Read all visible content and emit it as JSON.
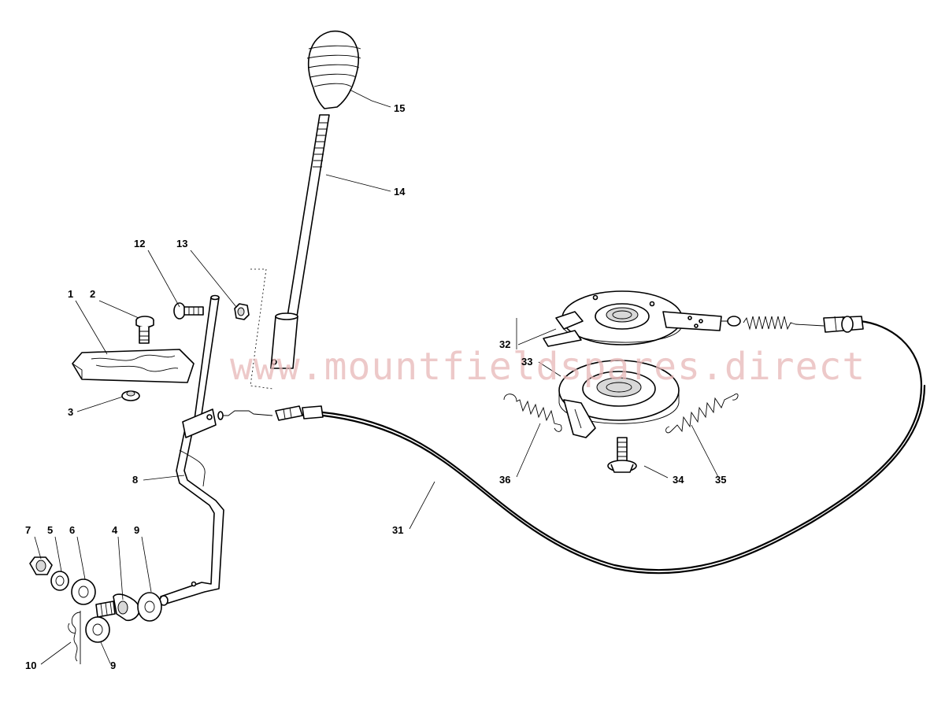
{
  "watermark": "www.mountfieldspares.direct",
  "colors": {
    "line": "#000000",
    "watermark": "#e8b8b8",
    "background": "#ffffff"
  },
  "labels": [
    {
      "id": "l15",
      "text": "15"
    },
    {
      "id": "l14",
      "text": "14"
    },
    {
      "id": "l12",
      "text": "12"
    },
    {
      "id": "l13",
      "text": "13"
    },
    {
      "id": "l1",
      "text": "1"
    },
    {
      "id": "l2",
      "text": "2"
    },
    {
      "id": "l3",
      "text": "3"
    },
    {
      "id": "l8",
      "text": "8"
    },
    {
      "id": "l32",
      "text": "32"
    },
    {
      "id": "l33",
      "text": "33"
    },
    {
      "id": "l36",
      "text": "36"
    },
    {
      "id": "l34",
      "text": "34"
    },
    {
      "id": "l35",
      "text": "35"
    },
    {
      "id": "l31",
      "text": "31"
    },
    {
      "id": "l7",
      "text": "7"
    },
    {
      "id": "l5",
      "text": "5"
    },
    {
      "id": "l6",
      "text": "6"
    },
    {
      "id": "l4",
      "text": "4"
    },
    {
      "id": "l9a",
      "text": "9"
    },
    {
      "id": "l10",
      "text": "10"
    },
    {
      "id": "l9b",
      "text": "9"
    }
  ]
}
